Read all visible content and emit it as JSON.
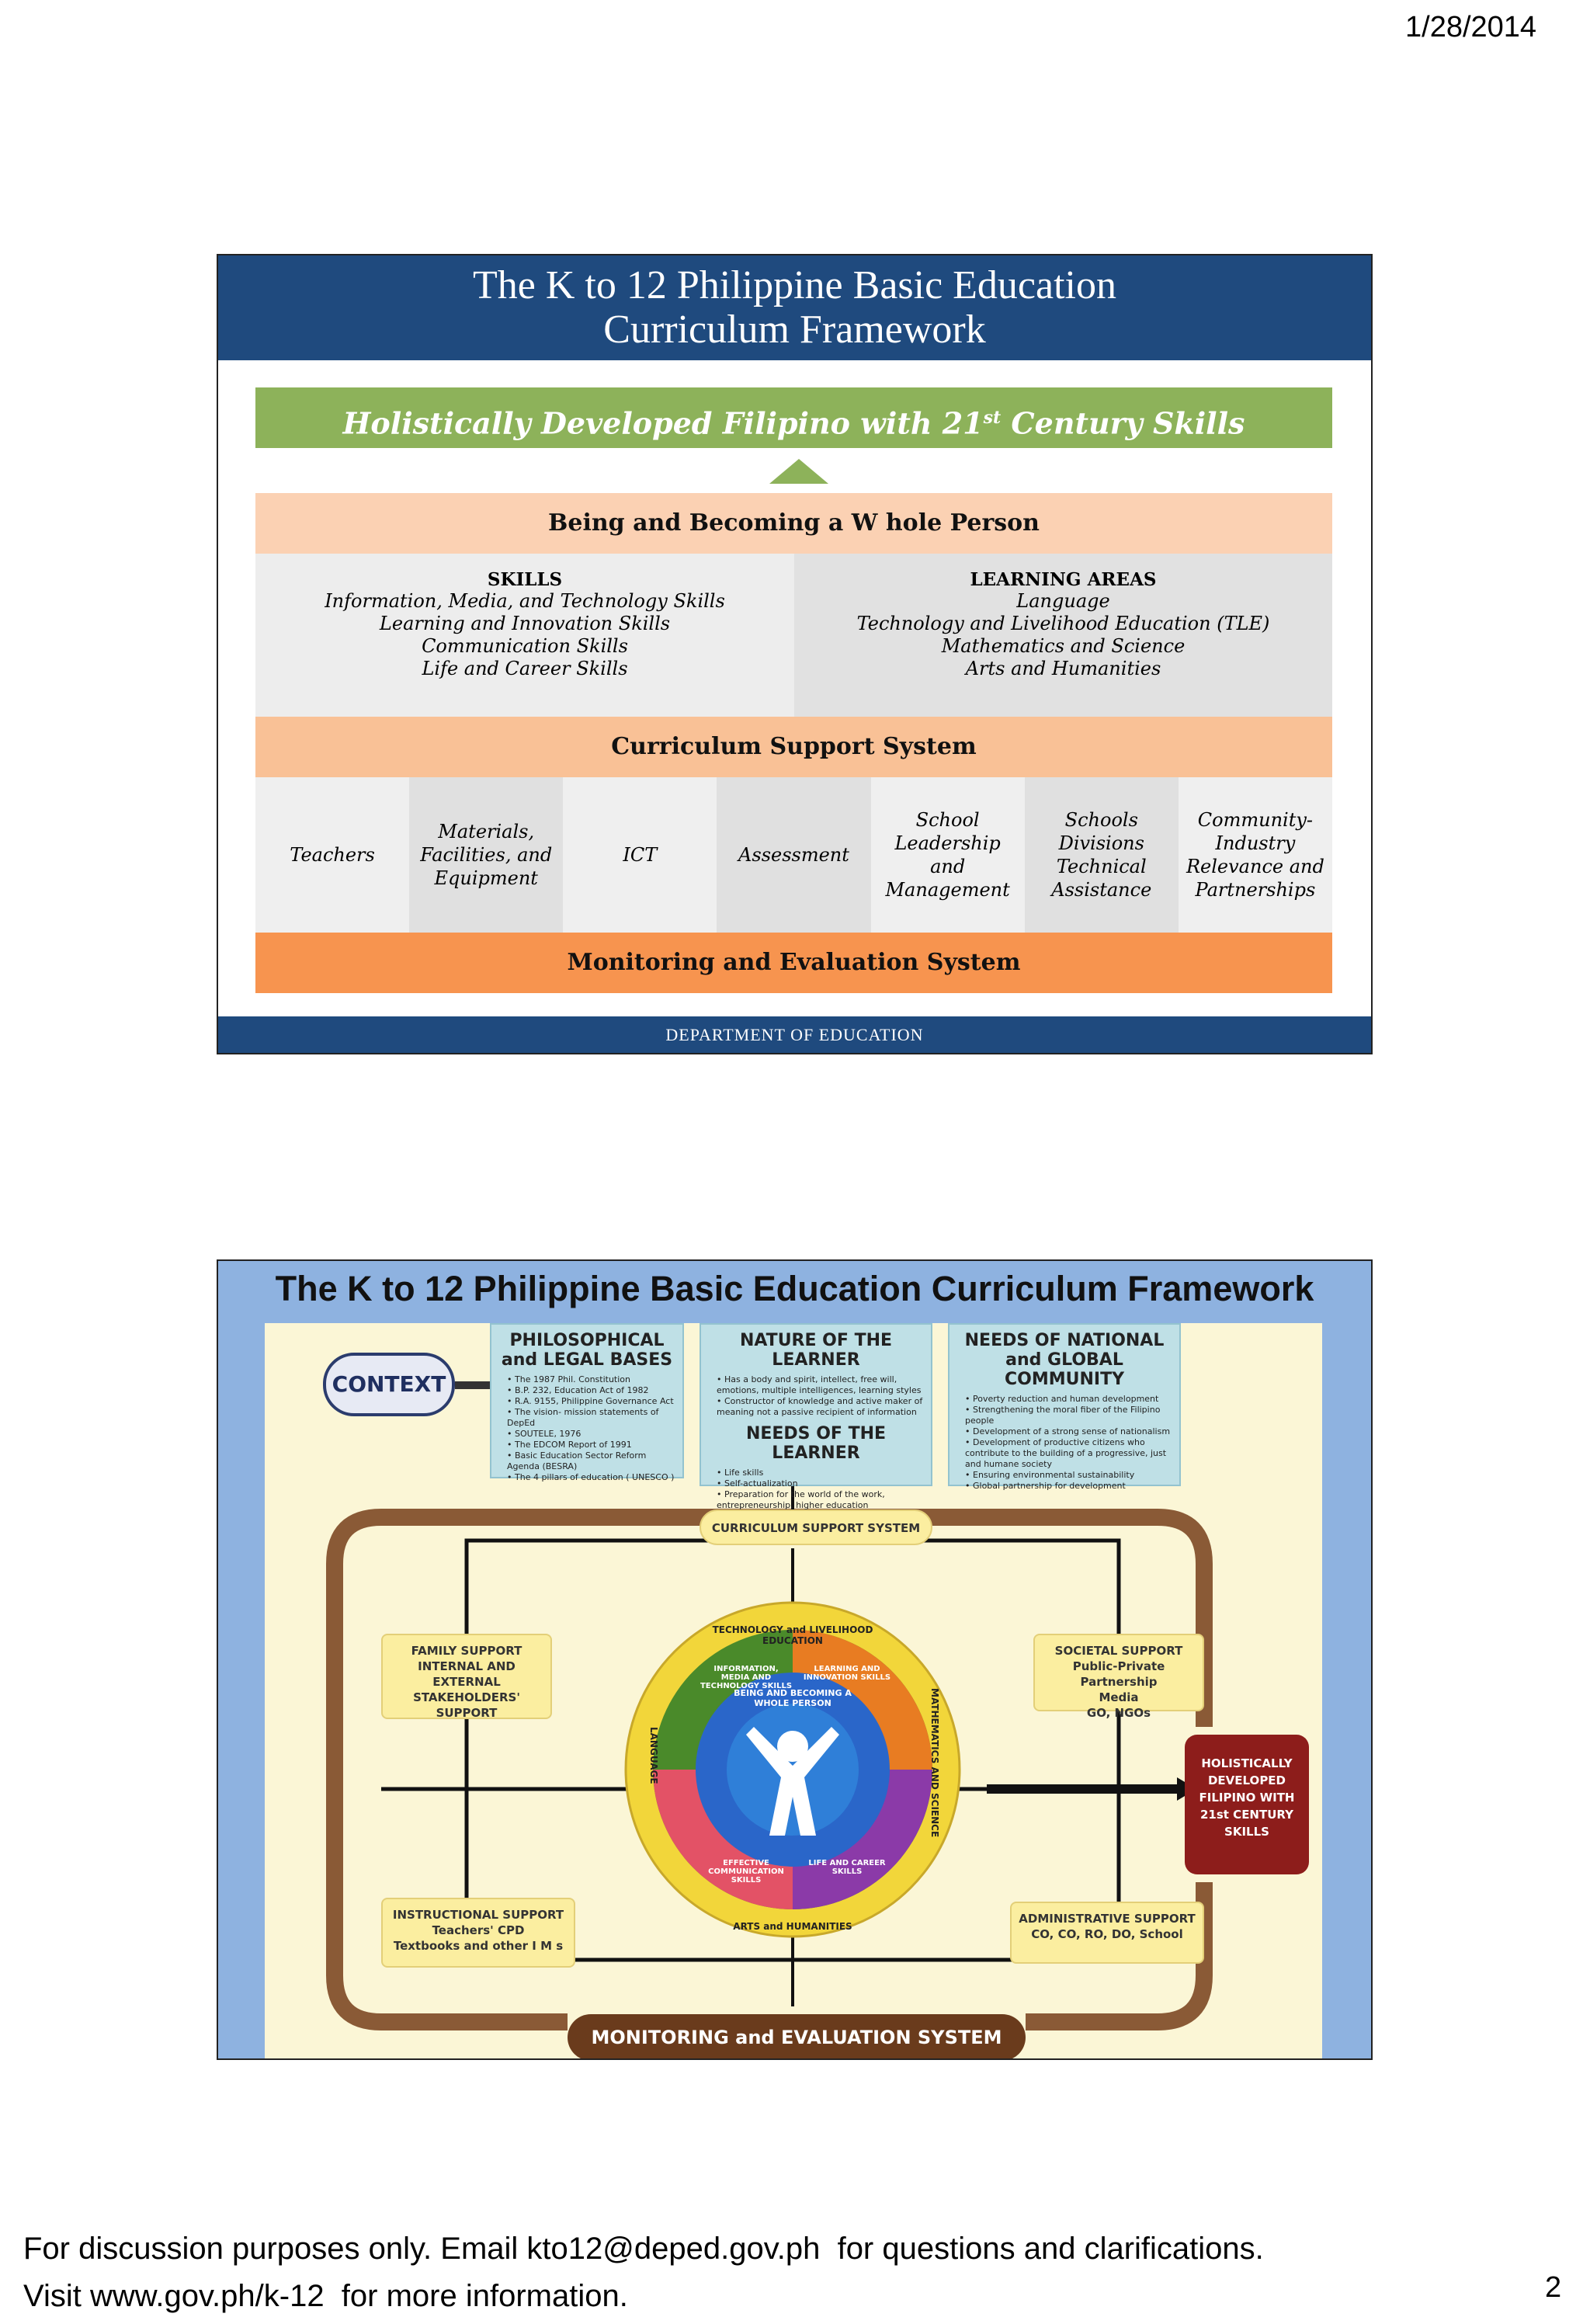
{
  "header": {
    "date": "1/28/2014"
  },
  "slide1": {
    "title_line1": "The K to 12 Philippine Basic Education",
    "title_line2": "Curriculum Framework",
    "goal_text": "Holistically Developed Filipino with 21",
    "goal_sup": "st",
    "goal_tail": " Century Skills",
    "being_label": "Being and Becoming a W hole Person",
    "skills": {
      "heading": "SKILLS",
      "items": [
        "Information, Media, and Technology Skills",
        "Learning and Innovation Skills",
        "Communication Skills",
        "Life and Career Skills"
      ]
    },
    "learning_areas": {
      "heading": "LEARNING AREAS",
      "items": [
        "Language",
        "Technology and Livelihood Education (TLE)",
        "Mathematics and Science",
        "Arts and Humanities"
      ]
    },
    "support_label": "Curriculum Support System",
    "support_items": [
      "Teachers",
      "Materials, Facilities, and Equipment",
      "ICT",
      "Assessment",
      "School Leadership and Management",
      "Schools Divisions Technical Assistance",
      "Community-Industry Relevance and Partnerships"
    ],
    "monitoring_label": "Monitoring and Evaluation System",
    "footer": "DEPARTMENT   OF EDUCATION"
  },
  "slide2": {
    "title": "The K to 12 Philippine Basic Education Curriculum Framework",
    "context_label": "CONTEXT",
    "phil": {
      "heading": "PHILOSOPHICAL and LEGAL BASES",
      "items": [
        "The 1987 Phil. Constitution",
        "B.P. 232, Education Act of 1982",
        "R.A. 9155, Philippine Governance Act",
        "The vision- mission statements of DepEd",
        "SOUTELE, 1976",
        "The EDCOM Report of 1991",
        "Basic Education Sector Reform Agenda (BESRA)",
        "The 4 pillars of education ( UNESCO )"
      ]
    },
    "nature": {
      "heading": "NATURE OF THE LEARNER",
      "items": [
        "Has a body and spirit, intellect, free will, emotions, multiple intelligences, learning styles",
        "Constructor of knowledge and active maker of meaning not a passive recipient of information"
      ],
      "needs_heading": "NEEDS OF THE LEARNER",
      "needs_items": [
        "Life skills",
        "Self-actualization",
        "Preparation for the world of the work, entrepreneurship, higher education"
      ]
    },
    "national": {
      "heading": "NEEDS OF NATIONAL and GLOBAL COMMUNITY",
      "items": [
        "Poverty reduction and human development",
        "Strengthening the moral fiber of the Filipino people",
        "Development of a strong sense of nationalism",
        "Development of productive citizens who contribute to the building of a progressive, just and humane society",
        "Ensuring environmental sustainability",
        "Global partnership for development"
      ]
    },
    "curriculum_support": "CURRICULUM SUPPORT SYSTEM",
    "family_support": [
      "FAMILY SUPPORT",
      "INTERNAL AND EXTERNAL",
      "STAKEHOLDERS'",
      "SUPPORT"
    ],
    "societal_support": [
      "SOCIETAL SUPPORT",
      "Public-Private Partnership",
      "Media",
      "GO, NGOs"
    ],
    "instructional_support": [
      "INSTRUCTIONAL SUPPORT",
      "Teachers' CPD",
      "Textbooks and other I M s"
    ],
    "administrative_support": [
      "ADMINISTRATIVE SUPPORT",
      "CO,  CO, RO, DO, School"
    ],
    "holistic": [
      "HOLISTICALLY",
      "DEVELOPED",
      "FILIPINO WITH",
      "21st CENTURY",
      "SKILLS"
    ],
    "monitoring": "MONITORING and EVALUATION SYSTEM",
    "wheel": {
      "outer": [
        "TECHNOLOGY and LIVELIHOOD EDUCATION",
        "MATHEMATICS AND SCIENCE",
        "ARTS and HUMANITIES",
        "LANGUAGE"
      ],
      "middle": [
        "INFORMATION, MEDIA AND TECHNOLOGY SKILLS",
        "LEARNING AND INNOVATION SKILLS",
        "LIFE AND CAREER SKILLS",
        "EFFECTIVE COMMUNICATION SKILLS"
      ],
      "inner": "BEING AND BECOMING A WHOLE PERSON"
    }
  },
  "footer": {
    "line1": "For discussion purposes only. Email kto12@deped.gov.ph  for questions and clarifications.",
    "line2": "Visit www.gov.ph/k-12  for more information.",
    "page_number": "2"
  }
}
